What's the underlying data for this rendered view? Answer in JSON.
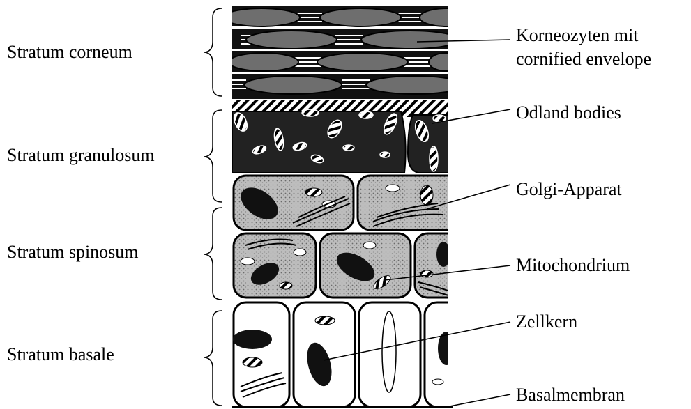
{
  "layers": [
    {
      "name": "Stratum corneum"
    },
    {
      "name": "Stratum granulosum"
    },
    {
      "name": "Stratum spinosum"
    },
    {
      "name": "Stratum basale"
    }
  ],
  "annotations": {
    "korneozyten_line1": "Korneozyten mit",
    "korneozyten_line2": "cornified envelope",
    "odland": "Odland bodies",
    "golgi": "Golgi-Apparat",
    "mito": "Mitochondrium",
    "zellkern": "Zellkern",
    "basal": "Basalmembran"
  },
  "colors": {
    "ink": "#000000",
    "corneocyte": "#6e6e6e",
    "cytoplasm": "#b8b8b8",
    "granular": "#2a2a2a",
    "nucleus": "#111111"
  }
}
